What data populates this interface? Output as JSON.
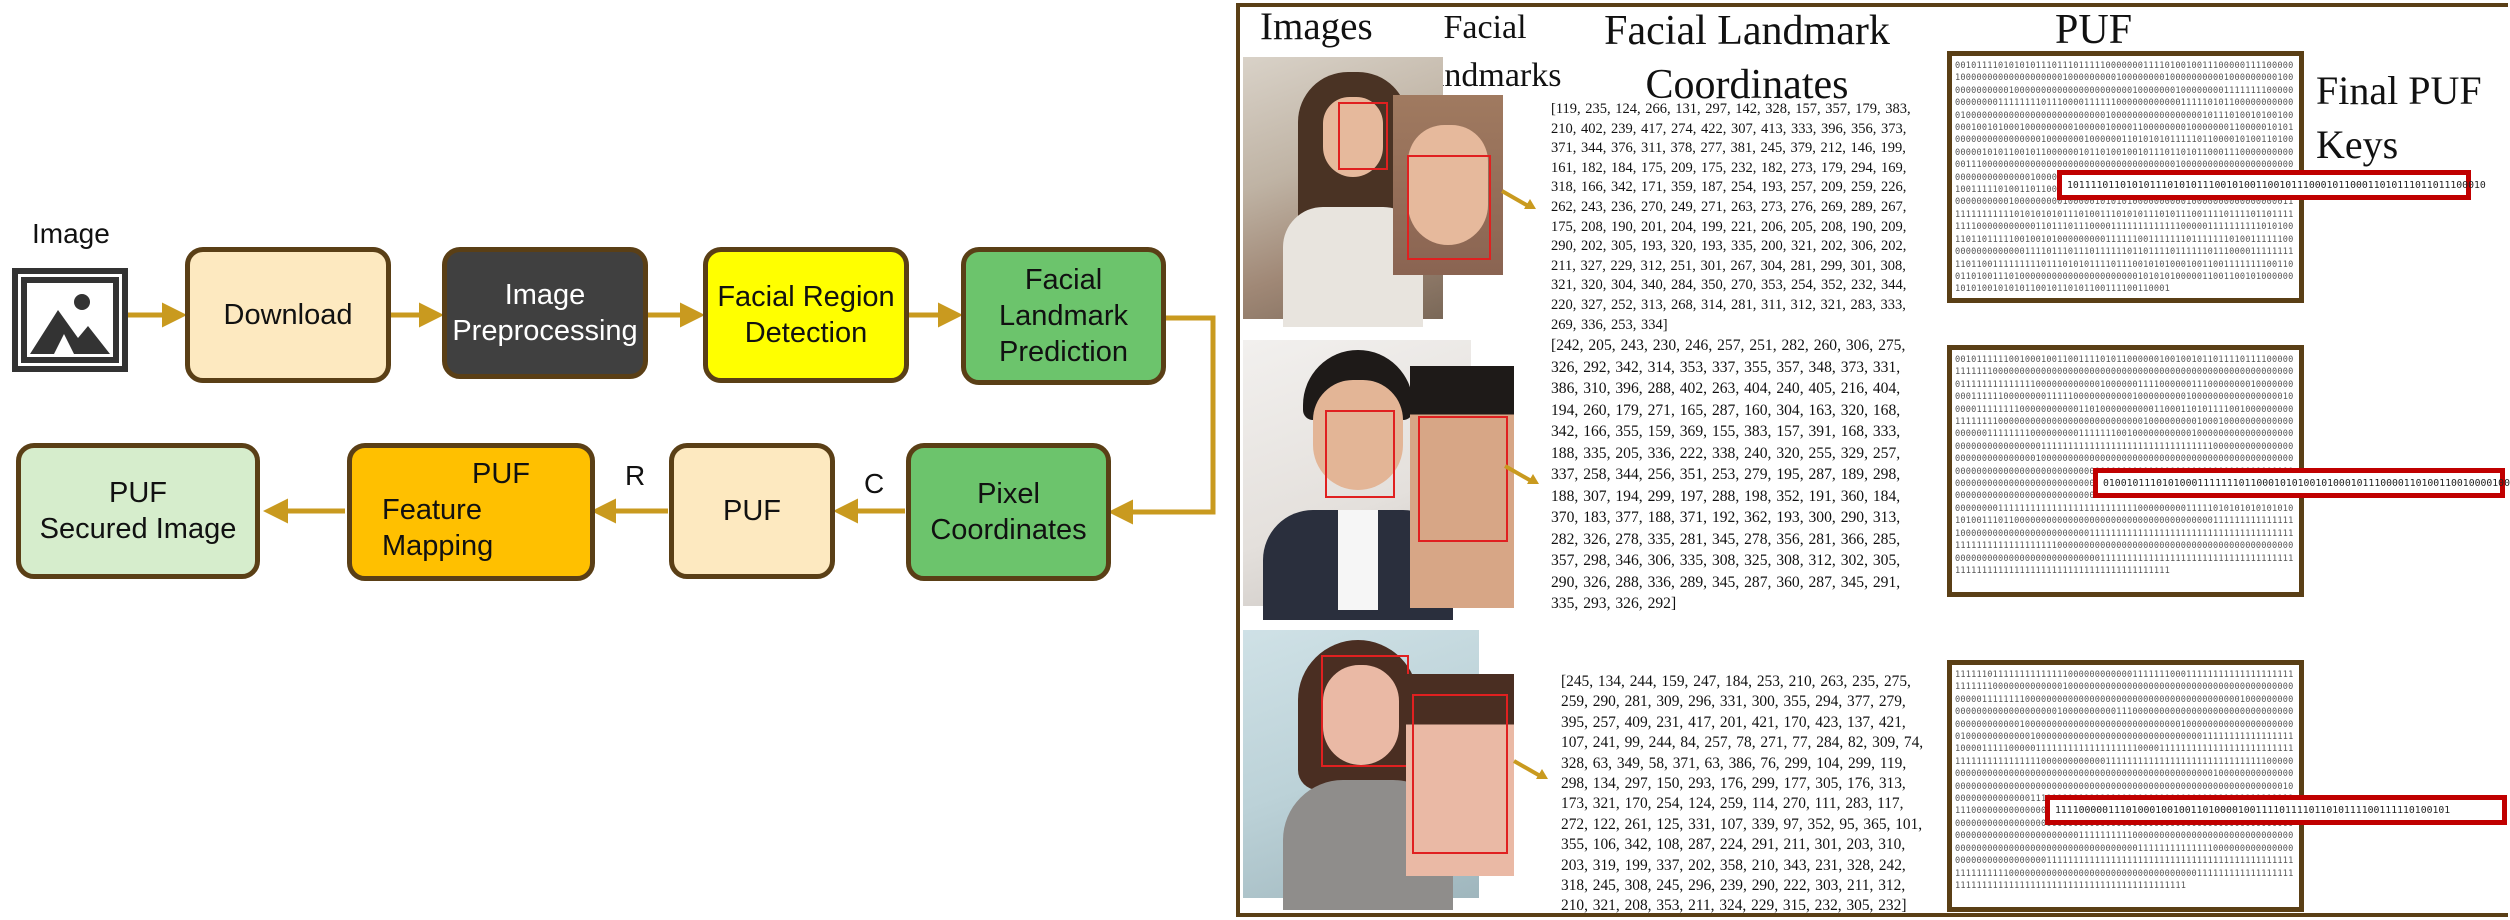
{
  "flowchart": {
    "image_label": "Image",
    "download": "Download",
    "image_preprocessing": "Image\nPreprocessing",
    "facial_region_detection": "Facial Region\nDetection",
    "facial_landmark_prediction": "Facial\nLandmark\nPrediction",
    "pixel_coordinates": "Pixel\nCoordinates",
    "puf": "PUF",
    "puf_feature_mapping_title": "PUF",
    "puf_feature_mapping": "Feature\nMapping",
    "puf_secured_image": "PUF\nSecured Image",
    "edge_c": "C",
    "edge_r": "R",
    "colors": {
      "download": "#fde9c0",
      "preprocessing": "#404040",
      "region": "#ffff00",
      "landmark": "#6cc46c",
      "pixel": "#6cc46c",
      "puf": "#fde9c0",
      "mapping": "#ffc000",
      "secured": "#d6edcc",
      "arrow": "#c99a1f",
      "border": "#5a3f16"
    }
  },
  "examples": {
    "headers": {
      "images": "Images",
      "facial_landmarks": "Facial\nLandmarks",
      "facial_landmark_coordinates": "Facial Landmark\nCoordinates",
      "puf": "PUF",
      "final_puf_keys": "Final PUF\nKeys"
    },
    "rows": [
      {
        "coordinates": "[119, 235, 124, 266, 131, 297, 142, 328, 157, 357, 179, 383, 210, 402, 239, 417, 274, 422, 307, 413, 333, 396, 356, 373, 371, 344, 376, 311, 378, 277, 381, 245, 379, 212, 146, 199, 161, 182, 184, 175, 209, 175, 232, 182, 273, 179, 294, 169, 318, 166, 342, 171, 359, 187, 254, 193, 257, 209, 259, 226, 262, 243, 236, 270, 249, 271, 263, 273, 276, 269, 289, 267, 175, 208, 190, 201, 204, 199, 221, 206, 205, 208, 190, 209, 290, 202, 305, 193, 320, 193, 335, 200, 321, 202, 306, 202, 211, 327, 229, 312, 251, 301, 267, 304, 281, 299, 301, 308, 321, 320, 304, 340, 284, 350, 270, 353, 254, 352, 232, 344, 220, 327, 252, 313, 268, 314, 281, 311, 312, 321, 283, 333, 269, 336, 253, 334]",
        "puf_bits": "0010111101010101110111011111000000011110100100111000001111000001000000000000000000010000000001000000001000000000010000000001000000000000100000000000000000000001000000010000000011111111000000000000011111111011100001111110000000000001111101011000000000000100000000000000000000000000100000000000000000101110100101001000001001010001000000000100000100001100000000100000001100000101010000000000000000100000001000000110101010111110110000101001101000000010101100101100000010110100100101110110101100011100000000000011100000000000000000000000000000000000010000000000000000000000000000000000010000000001000000100100000000001111011010001001011001111101001101100000111100001111000001000000011111101000000000000000000100000000010000010101010000000000100000000000000000111111111111101010101011101001110101011101011100111101111011011111111000000000001101110111000011111111111110000011111111110101001101101111100100101000000000111111001111111011111110100111111000000000000000111101110111011111101101111011111101110000111111111101100111111111011101010111101110010101000100110011111111001100110100111010000000000000000000000101010100000110011001010000001010100101010110010110101100111100110001",
        "key": "10111101101010111010101110010100110010111000101100011010111011011100010"
      },
      {
        "coordinates": "[242, 205, 243, 230, 246, 257, 251, 282, 260, 306, 275, 326, 292, 342, 314, 353, 337, 355, 357, 348, 373, 331, 386, 310, 396, 288, 402, 263, 404, 240, 405, 216, 404, 194, 260, 179, 271, 165, 287, 160, 304, 163, 320, 168, 342, 166, 355, 159, 369, 155, 383, 157, 391, 168, 333, 188, 335, 205, 336, 222, 338, 240, 320, 255, 329, 257, 337, 258, 344, 256, 351, 253, 279, 195, 287, 189, 298, 188, 307, 194, 299, 197, 288, 198, 352, 191, 360, 184, 370, 183, 377, 188, 371, 192, 362, 193, 300, 290, 313, 282, 326, 278, 335, 281, 345, 278, 356, 281, 366, 285, 357, 298, 346, 306, 335, 308, 325, 308, 312, 302, 305, 290, 326, 288, 336, 289, 345, 287, 360, 287, 345, 291, 335, 293, 326, 292]",
        "puf_bits": "0010111111001000100110011110101100000010010010110111101111000001111111000000000000000000000000000000000000000000000000000000000111111111111110000000000001000000111100000011100000000100000000001111110000000011111000000000001000000000100000000000000000100000111111110000000000011010000000000110001101011110010000000001111111100000000000000000000000000010000000001000100000000000000000001111111100000000011111110010000000000010000000000000000000000000000000000111111111111111111111111111111110000000000000000000000000000001000000000000000000000000000000000000000000000000000000000000000000000000000000000000000000000000000000000000000000000000000000000000000000000000000000000000000000000000000000000000000000000000000000000000000111100000000000000000000000000000000011111111111111111111111111000000000111110101010101010101010011101100000000000000000000000000000000000001111111111111111000000000000000000000000111111111111111111111111111111111111111111111111111111111000000000000000000000000000000000000000000000000000000000000000000000001111111111111111111111111111111111111111111111111111111111111111111111111111",
        "key": "010010111010100011111110110001010100101000101110000110100110010000100"
      },
      {
        "coordinates": "[245, 134, 244, 159, 247, 184, 253, 210, 263, 235, 275, 259, 290, 281, 309, 296, 331, 300, 355, 294, 377, 279, 395, 257, 409, 231, 417, 201, 421, 170, 423, 137, 421, 107, 241, 99, 244, 84, 257, 78, 271, 77, 284, 82, 309, 74, 328, 63, 349, 58, 371, 63, 386, 76, 299, 104, 299, 119, 298, 134, 297, 150, 293, 176, 299, 177, 305, 176, 313, 173, 321, 170, 254, 124, 259, 114, 270, 111, 283, 117, 272, 122, 261, 125, 331, 107, 339, 97, 352, 95, 365, 101, 355, 106, 342, 108, 287, 224, 291, 211, 301, 203, 310, 203, 319, 199, 337, 202, 358, 210, 343, 231, 328, 242, 318, 245, 308, 245, 296, 239, 290, 222, 303, 211, 312, 210, 321, 208, 353, 211, 324, 229, 315, 232, 305, 232]",
        "puf_bits": "1111110111111111111110000000000001111111000111111111111111111111111111000000000000010000000000000000000000000000000000000000000000011111111000000000000000000000000000000000000000010000000000000000000000000000100000000001110000000000000000000000000000000000000000001000000000000000000000000000001000000000000000000000100000000000010000000000000000000000000000000111111111111111111000011111000001111111111111111111000011111111111111111111111111111111111111111000000000000111111111111111111111111111111000000000000000000000000000000000000000000000000000001000000000000000000000000000000000000000000000000000000000000000000000000000100000000000000011111111111111110000000000000000001111111111111111110000000000000000000000000000000000000000001011000100000000000000000000000000000000000000000000000000000000000000000000000000000000000000000000000011111111110000000000000000000000000000000000000000000000000000000000000000111111111111110000000000000000000000000000000011111111111111111111111111111111111111111111111111111111000000000000000000000000000000000001111111111111111111111111111111111111111111111111111111111111",
        "key": "1111000001110100010010011010000100111101111011010111100111110100101"
      }
    ]
  }
}
